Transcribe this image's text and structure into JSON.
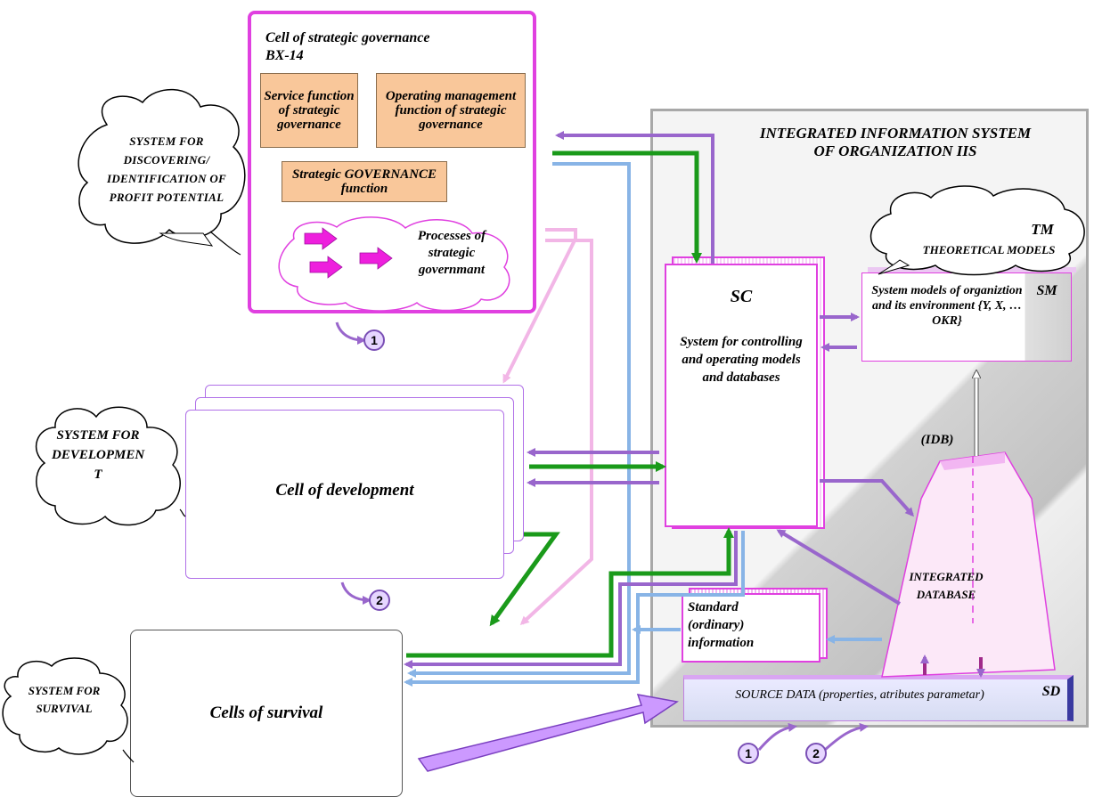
{
  "strategic_cell": {
    "title": "Cell of strategic governance",
    "code": "BX-14",
    "service_function": "Service function of strategic governance",
    "operating_function": "Operating management function of strategic governance",
    "strategic_function": "Strategic GOVERNANCE function",
    "processes": "Processes of strategic governmant"
  },
  "clouds": {
    "profit": "SYSTEM FOR DISCOVERING/ IDENTIFICATION OF PROFIT POTENTIAL",
    "development": "SYSTEM FOR DEVELOPMEN T",
    "survival": "SYSTEM FOR SURVIVAL",
    "tm_code": "TM",
    "tm_label": "THEORETICAL MODELS"
  },
  "cells": {
    "development": "Cell of development",
    "survival": "Cells of survival"
  },
  "iis": {
    "title_line1": "INTEGRATED INFORMATION SYSTEM",
    "title_line2": "OF ORGANIZATION IIS"
  },
  "sc": {
    "code": "SC",
    "text": "System for controlling and operating models and databases"
  },
  "sm": {
    "code": "SM",
    "text": "System models of organiztion and its environment {Y, X, … OKR}"
  },
  "idb": {
    "code": "(IDB)",
    "text": "INTEGRATED DATABASE"
  },
  "standard_info": "Standard (ordinary) information",
  "sd": {
    "code": "SD",
    "text": "SOURCE DATA (properties, atributes parametar)"
  },
  "badges": {
    "one": "1",
    "two": "2"
  },
  "colors": {
    "magenta": "#e040e0",
    "purple": "#9966cc",
    "light_purple": "#c9a6f2",
    "green": "#1a9a1a",
    "light_blue": "#88b4e6",
    "pink": "#f2b6e6",
    "orange": "#f9c79a"
  }
}
